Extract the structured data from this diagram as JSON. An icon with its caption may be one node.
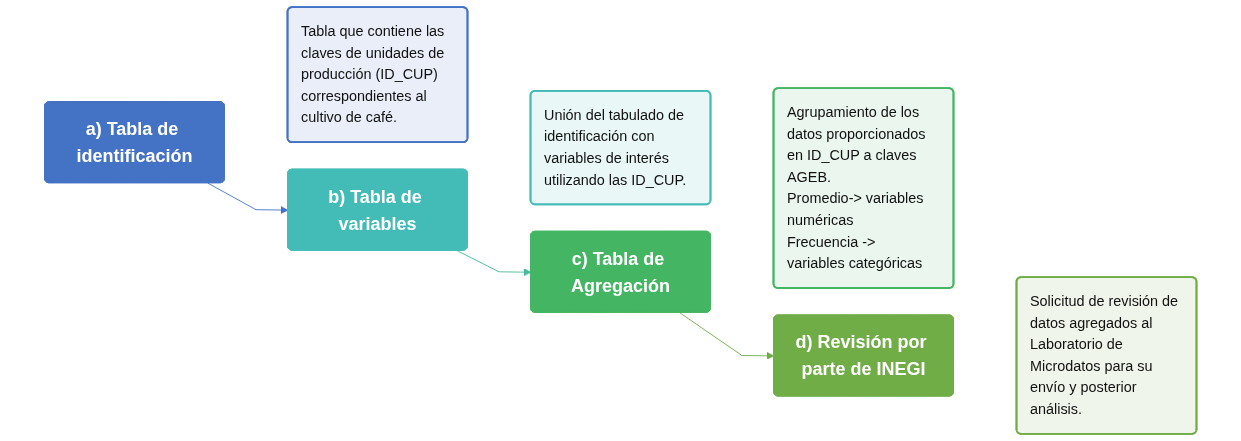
{
  "diagram": {
    "nodes": [
      {
        "text": [
          "a) Tabla de identificación"
        ]
      },
      {
        "text": [
          "Tabla que contiene las claves de unidades de producción (ID_CUP) correspondientes al cultivo de café."
        ]
      },
      {
        "text": [
          "b) Tabla de variables"
        ]
      },
      {
        "text": [
          "Unión del tabulado de identificación con variables de interés utilizando las ID_CUP."
        ]
      },
      {
        "text": [
          "c) Tabla de Agregación"
        ]
      },
      {
        "text": [
          "Agrupamiento de los datos proporcionados en ID_CUP a claves AGEB.",
          "Promedio-> variables numéricas",
          "Frecuencia -> variables categóricas"
        ]
      },
      {
        "text": [
          "d) Revisión por parte de INEGI"
        ]
      },
      {
        "text": [
          "Solicitud de revisión de datos agregados al Laboratorio de Microdatos para su envío y posterior análisis."
        ]
      }
    ],
    "edges": [
      {
        "from": 0,
        "to": 2,
        "arrow": "to",
        "color": "#4472c4"
      },
      {
        "from": 2,
        "to": 4,
        "arrow": "to",
        "color": "#43bc9c"
      },
      {
        "from": 4,
        "to": 6,
        "arrow": "to",
        "color": "#70ad47"
      }
    ]
  }
}
